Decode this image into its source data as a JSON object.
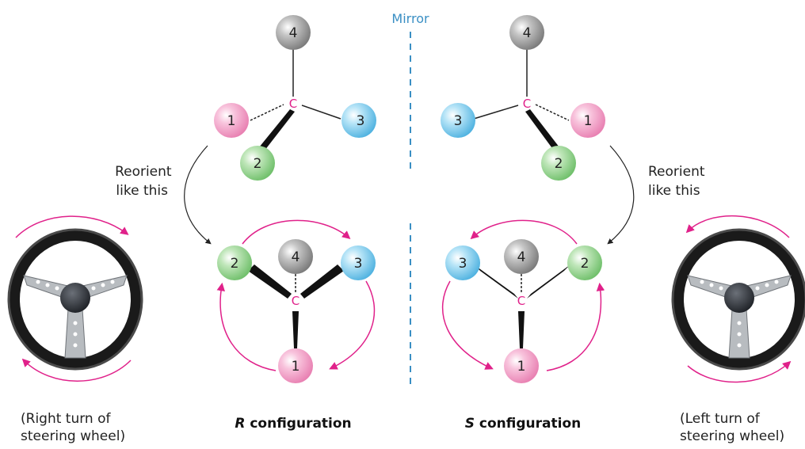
{
  "mirror_label": "Mirror",
  "center_atom": "C",
  "reorient_left": [
    "Reorient",
    "like this"
  ],
  "reorient_right": [
    "Reorient",
    "like this"
  ],
  "caption_left": [
    "(Right turn of",
    "steering wheel)"
  ],
  "caption_right": [
    "(Left turn of",
    "steering wheel)"
  ],
  "config_r": {
    "italic": "R",
    "rest": " configuration"
  },
  "config_s": {
    "italic": "S",
    "rest": " configuration"
  },
  "numbers": {
    "n1": "1",
    "n2": "2",
    "n3": "3",
    "n4": "4"
  },
  "colors": {
    "priority1": "#f5a3c7",
    "priority2": "#9ed69a",
    "priority3": "#8fd3f0",
    "priority4": "#9c9c9c",
    "arrow": "#e0218a",
    "mirror": "#3a8fc4",
    "center_atom": "#e0218a"
  }
}
